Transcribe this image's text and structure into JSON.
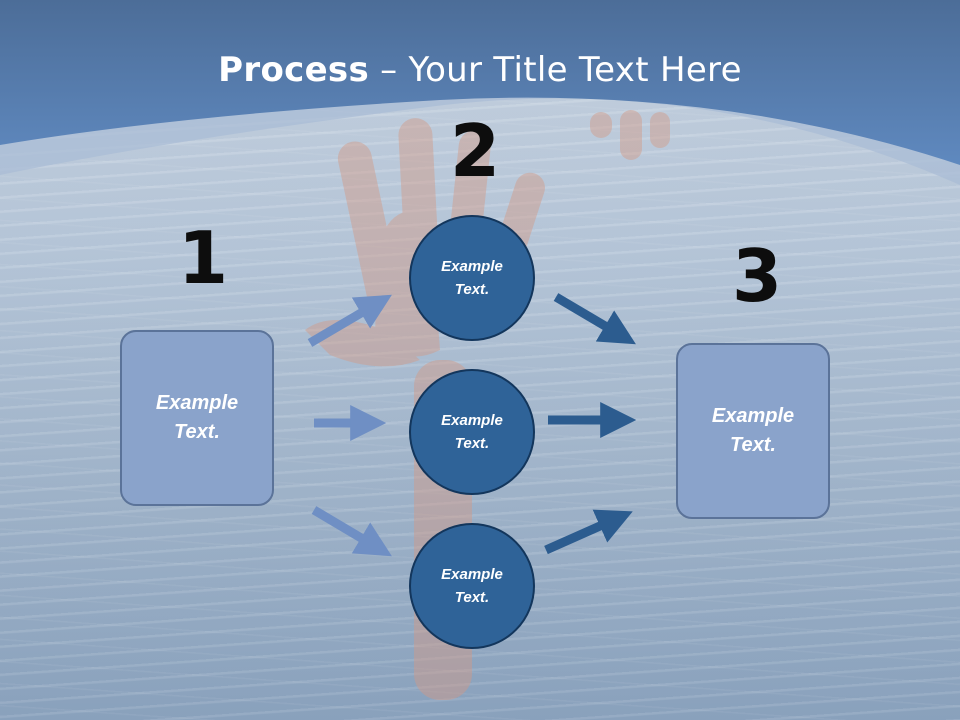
{
  "slide": {
    "title_bold": "Process",
    "title_rest": " – Your Title Text Here",
    "steps": {
      "one": "1",
      "two": "2",
      "three": "3"
    },
    "left_box": {
      "line1": "Example",
      "line2": "Text."
    },
    "right_box": {
      "line1": "Example",
      "line2": "Text."
    },
    "circles": [
      {
        "line1": "Example",
        "line2": "Text."
      },
      {
        "line1": "Example",
        "line2": "Text."
      },
      {
        "line1": "Example",
        "line2": "Text."
      }
    ]
  },
  "colors": {
    "header_blue": "#4a76ad",
    "box_fill": "#8aa3cb",
    "circle_fill": "#2f6398",
    "arrow_light": "#6f8fc4",
    "arrow_dark": "#2c5c8f"
  }
}
